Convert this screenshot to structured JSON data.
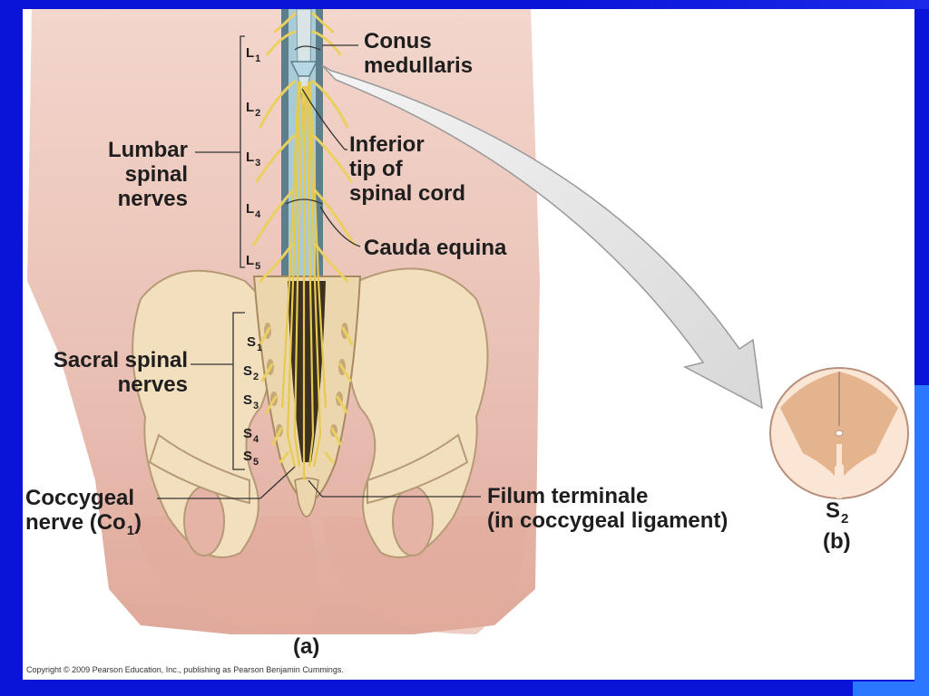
{
  "labels": {
    "conus_line1": "Conus",
    "conus_line2": "medullaris",
    "inferior_line1": "Inferior",
    "inferior_line2": "tip of",
    "inferior_line3": "spinal cord",
    "cauda": "Cauda equina",
    "lumbar_line1": "Lumbar",
    "lumbar_line2": "spinal",
    "lumbar_line3": "nerves",
    "sacral_line1": "Sacral spinal",
    "sacral_line2": "nerves",
    "coccygeal_line1": "Coccygeal",
    "coccygeal_line2_prefix": "nerve (Co",
    "coccygeal_line2_sub": "1",
    "coccygeal_line2_suffix": ")",
    "filum_line1": "Filum terminale",
    "filum_line2": "(in coccygeal ligament)",
    "panel_a": "(a)",
    "panel_b": "(b)",
    "section_letter": "S",
    "section_num": "2"
  },
  "lumbar_segments": [
    {
      "letter": "L",
      "num": "1"
    },
    {
      "letter": "L",
      "num": "2"
    },
    {
      "letter": "L",
      "num": "3"
    },
    {
      "letter": "L",
      "num": "4"
    },
    {
      "letter": "L",
      "num": "5"
    }
  ],
  "sacral_segments": [
    {
      "letter": "S",
      "num": "1"
    },
    {
      "letter": "S",
      "num": "2"
    },
    {
      "letter": "S",
      "num": "3"
    },
    {
      "letter": "S",
      "num": "4"
    },
    {
      "letter": "S",
      "num": "5"
    }
  ],
  "copyright": "Copyright © 2009 Pearson Education, Inc., publishing as Pearson Benjamin Cummings.",
  "colors": {
    "frame": "#0a14d8",
    "accent_tab": "#2a78ff",
    "skin": "#f0cfc6",
    "bone": "#f2dfbd",
    "nerve": "#f2d86a",
    "cord": "#8fb7c9"
  }
}
